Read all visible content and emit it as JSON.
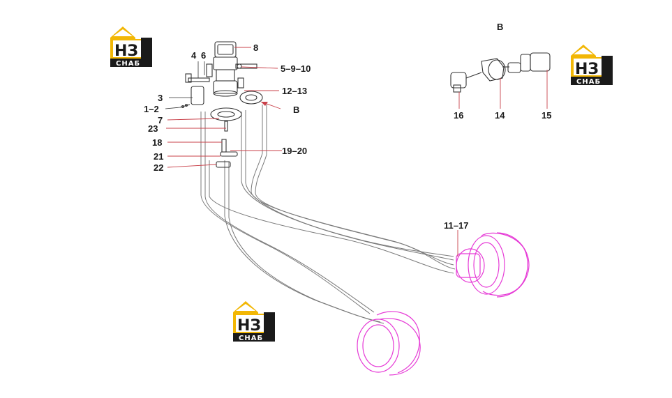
{
  "labels": {
    "l8": "8",
    "l4": "4",
    "l6": "6",
    "l5910": "5–9–10",
    "l3": "3",
    "l12": "1–2",
    "l1213": "12–13",
    "lB": "B",
    "l7": "7",
    "l23": "23",
    "l18": "18",
    "l1920": "19–20",
    "l21": "21",
    "l22": "22",
    "l1117": "11–17",
    "lB2": "B",
    "l16": "16",
    "l14": "14",
    "l15": "15"
  },
  "logo": {
    "top": "НЗ",
    "bottom": "СНАБ",
    "accent_color": "#f2b705",
    "dark_color": "#1a1a1a"
  },
  "colors": {
    "motor": "#e63ad6",
    "leader": "#c9414a"
  }
}
